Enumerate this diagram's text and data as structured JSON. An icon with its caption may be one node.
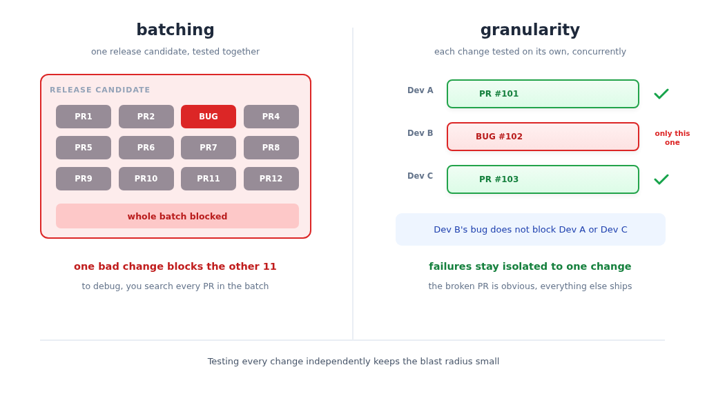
{
  "diagram": {
    "caption": "Testing every change independently keeps the blast radius small",
    "nodes": [
      {
        "text": [
          "RELEASE CANDIDATE"
        ]
      },
      {
        "text": [
          "PR1"
        ],
        "in": 0
      },
      {
        "text": [
          "PR2"
        ],
        "in": 0
      },
      {
        "text": [
          "BUG"
        ],
        "in": 0
      },
      {
        "text": [
          "PR4"
        ],
        "in": 0
      },
      {
        "text": [
          "PR5"
        ],
        "in": 0
      },
      {
        "text": [
          "PR6"
        ],
        "in": 0
      },
      {
        "text": [
          "PR7"
        ],
        "in": 0
      },
      {
        "text": [
          "PR8"
        ],
        "in": 0
      },
      {
        "text": [
          "PR9"
        ],
        "in": 0
      },
      {
        "text": [
          "PR10"
        ],
        "in": 0
      },
      {
        "text": [
          "PR11"
        ],
        "in": 0
      },
      {
        "text": [
          "PR12"
        ],
        "in": 0
      },
      {
        "text": [
          "whole batch blocked"
        ],
        "in": 0
      },
      {
        "text": [
          "PR #101"
        ],
        "beside": [
          "Dev A"
        ]
      },
      {
        "text": [
          "BUG #102"
        ],
        "beside": [
          "Dev B",
          "only this one"
        ]
      },
      {
        "text": [
          "PR #103"
        ],
        "beside": [
          "Dev C"
        ]
      },
      {
        "text": [
          "Dev B's bug does not block Dev A or Dev C"
        ]
      }
    ],
    "edges": [],
    "labels": [
      "batching",
      "granularity",
      "one release candidate, tested together",
      "each change tested on its own, concurrently",
      "one bad change blocks the other 11",
      "failures stay isolated to one change",
      "to debug, you search every PR in the batch",
      "the broken PR is obvious, everything else ships"
    ]
  }
}
